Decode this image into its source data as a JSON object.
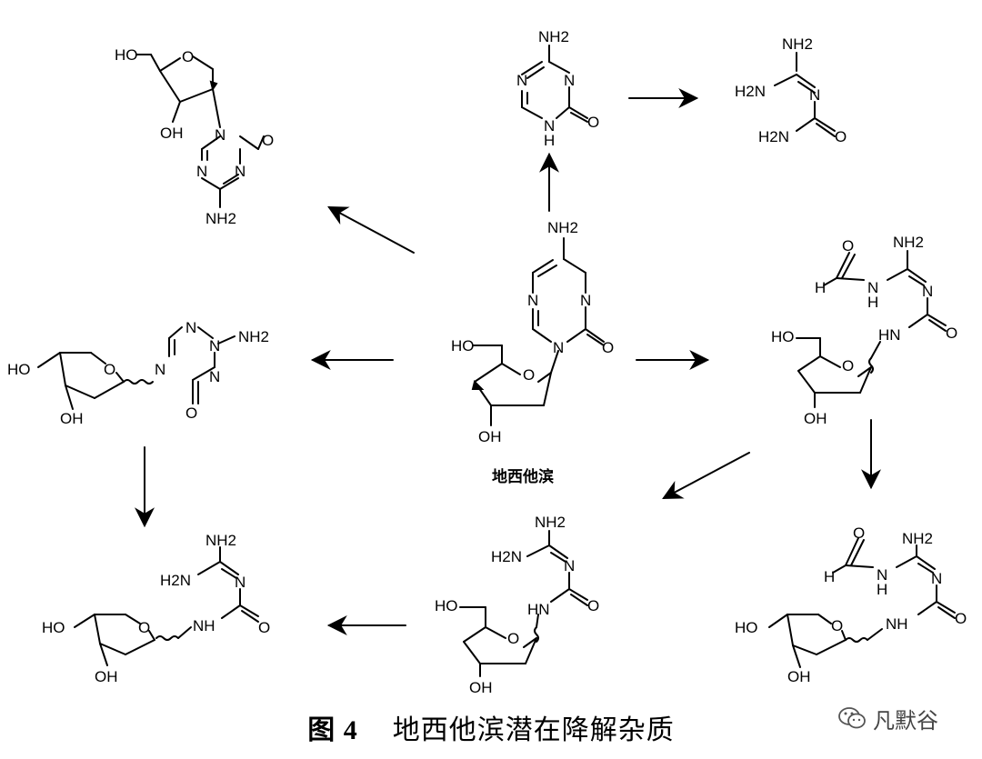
{
  "figure": {
    "number_label": "图 4",
    "title": "地西他滨潜在降解杂质",
    "parent_compound_name": "地西他滨"
  },
  "watermark": {
    "text": "凡默谷",
    "icon": "wechat-logo-icon"
  },
  "atom_labels": {
    "NH2": "NH2",
    "H2N": "H2N",
    "OH": "OH",
    "HO": "HO",
    "O": "O",
    "N": "N",
    "H": "H",
    "NH": "NH",
    "HN": "HN"
  },
  "structures": [
    "decitabine",
    "alpha-anomer",
    "azacytosine",
    "guanylurea",
    "pyranose-isomer",
    "formyl-guanylurea-riboside",
    "guanylurea-riboside",
    "guanylurea-pyranoside",
    "formyl-guanylurea-pyranoside"
  ],
  "colors": {
    "ink": "#000000",
    "background": "#ffffff"
  }
}
